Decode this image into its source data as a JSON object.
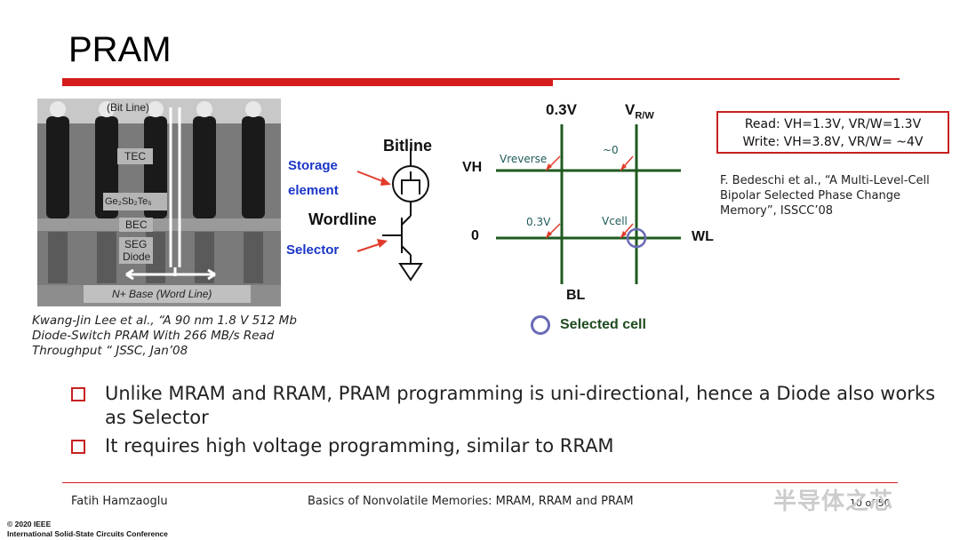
{
  "slide": {
    "title": "PRAM"
  },
  "tem_image": {
    "labels": {
      "bit_line": "(Bit Line)",
      "tec": "TEC",
      "gst": "Ge₂Sb₂Te₅",
      "bec": "BEC",
      "seg": "SEG",
      "diode": "Diode",
      "base": "N+  Base    (Word Line)"
    }
  },
  "citation_left": "Kwang-Jin Lee et al., “A 90 nm 1.8 V 512 Mb Diode-Switch PRAM With 266 MB/s Read Throughput “ JSSC, Jan’08",
  "circuit": {
    "bitline": "Bitline",
    "storage": "Storage",
    "element": "element",
    "wordline": "Wordline",
    "selector": "Selector"
  },
  "array": {
    "col1": "0.3V",
    "col2_main": "V",
    "col2_sub": "R/W",
    "row1": "VH",
    "row2": "0",
    "vreverse": "Vreverse",
    "zero": "~0",
    "v03": "0.3V",
    "vcell": "Vcell",
    "wl": "WL",
    "bl": "BL",
    "selected_cell": "Selected cell"
  },
  "conditions": {
    "read": "Read: VH=1.3V, VR/W=1.3V",
    "write": "Write: VH=3.8V, VR/W= ~4V"
  },
  "citation_right": "F. Bedeschi et al., “A Multi-Level-Cell Bipolar Selected Phase Change Memory”, ISSCC’08",
  "bullets": [
    "Unlike MRAM and RRAM, PRAM programming is uni-directional, hence a Diode also works as Selector",
    "It requires high voltage programming, similar to RRAM"
  ],
  "footer": {
    "author": "Fatih Hamzaoglu",
    "course": "Basics of Nonvolatile Memories: MRAM, RRAM and PRAM",
    "page": "10 of 50",
    "copyright": "© 2020 IEEE",
    "conference": "International Solid-State Circuits Conference",
    "watermark": "半导体之芯"
  },
  "colors": {
    "accent_red": "#d41c1c",
    "grid_green": "#1f5a1f",
    "arrow_red": "#e23a2a",
    "label_blue": "#1a36c8",
    "circle": "#6a6ab8"
  }
}
